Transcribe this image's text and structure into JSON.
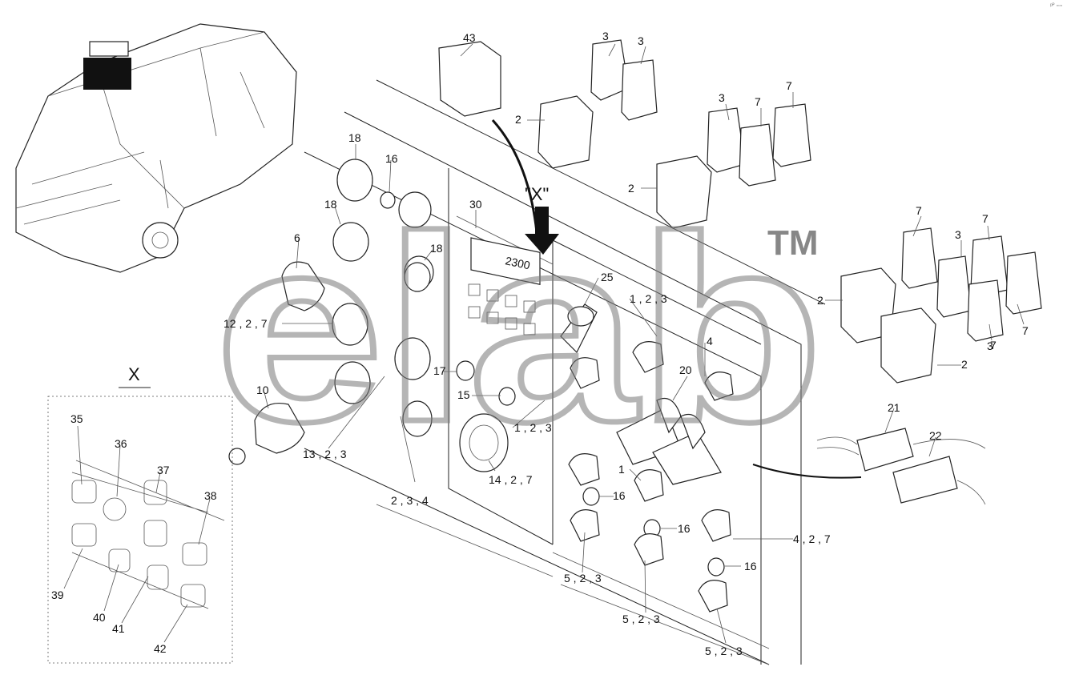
{
  "corner_mark": "ᵖᴾ ▫▫▫",
  "view_label": "X",
  "arrow_label": "\"X\"",
  "display_text": "2300",
  "watermark": {
    "text": "elab",
    "trademark": "TM"
  },
  "callouts": [
    "43",
    "3",
    "3",
    "2",
    "3",
    "7",
    "7",
    "2",
    "7",
    "7",
    "3",
    "7",
    "2",
    "7",
    "3",
    "2",
    "18",
    "16",
    "18",
    "18",
    "6",
    "30",
    "25",
    "1 , 2 , 3",
    "12 , 2 , 7",
    "4",
    "20",
    "17",
    "15",
    "10",
    "1 , 2 , 3",
    "13 , 2 , 3",
    "14 , 2 , 7",
    "2 , 3 , 4",
    "21",
    "22",
    "1",
    "16",
    "16",
    "4 , 2 , 7",
    "16",
    "5 , 2 , 3",
    "5 , 2 , 3",
    "5 , 2 , 3",
    "35",
    "36",
    "37",
    "38",
    "39",
    "40",
    "41",
    "42"
  ]
}
